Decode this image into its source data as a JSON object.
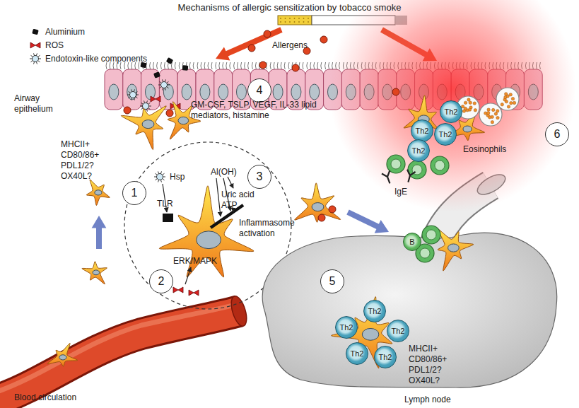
{
  "diagram": {
    "title": "Mechanisms of allergic sensitization by tobacco smoke",
    "nodes": [
      {
        "text": [
          "Th2"
        ]
      },
      {
        "text": [
          "Th2"
        ]
      },
      {
        "text": [
          "Th2"
        ]
      },
      {
        "text": [
          "Th2"
        ]
      },
      {
        "text": [
          "Hsp",
          "TLR",
          "Al(OH)",
          "Uric acid ATP",
          "Inflammasome activation",
          "ERK/MAPK"
        ]
      },
      {
        "text": [
          "MHCII+ CD80/86+ PDL1/2? OX40L?",
          "Lymph node"
        ]
      },
      {
        "text": [
          "B"
        ],
        "in": 5
      },
      {
        "text": [
          "Th2"
        ],
        "in": 5
      },
      {
        "text": [
          "Th2"
        ],
        "in": 5
      },
      {
        "text": [
          "Th2"
        ],
        "in": 5
      },
      {
        "text": [
          "Th2"
        ],
        "in": 5
      },
      {
        "text": [
          "Th2"
        ],
        "in": 5
      }
    ],
    "labels": [
      "Allergens",
      "Airway epithelium",
      "MHCII+ CD80/86+ PDL1/2? OX40L?",
      "1",
      "2",
      "3",
      "4",
      "GM-CSF, TSLP, VEGF, IL-33 lipid mediators, histamine",
      "6",
      "Eosinophils",
      "IgE",
      "5",
      "Blood circulation"
    ],
    "legend": [
      {
        "text": "Aluminium"
      },
      {
        "text": "ROS"
      },
      {
        "text": "Endotoxin-like components"
      }
    ]
  }
}
